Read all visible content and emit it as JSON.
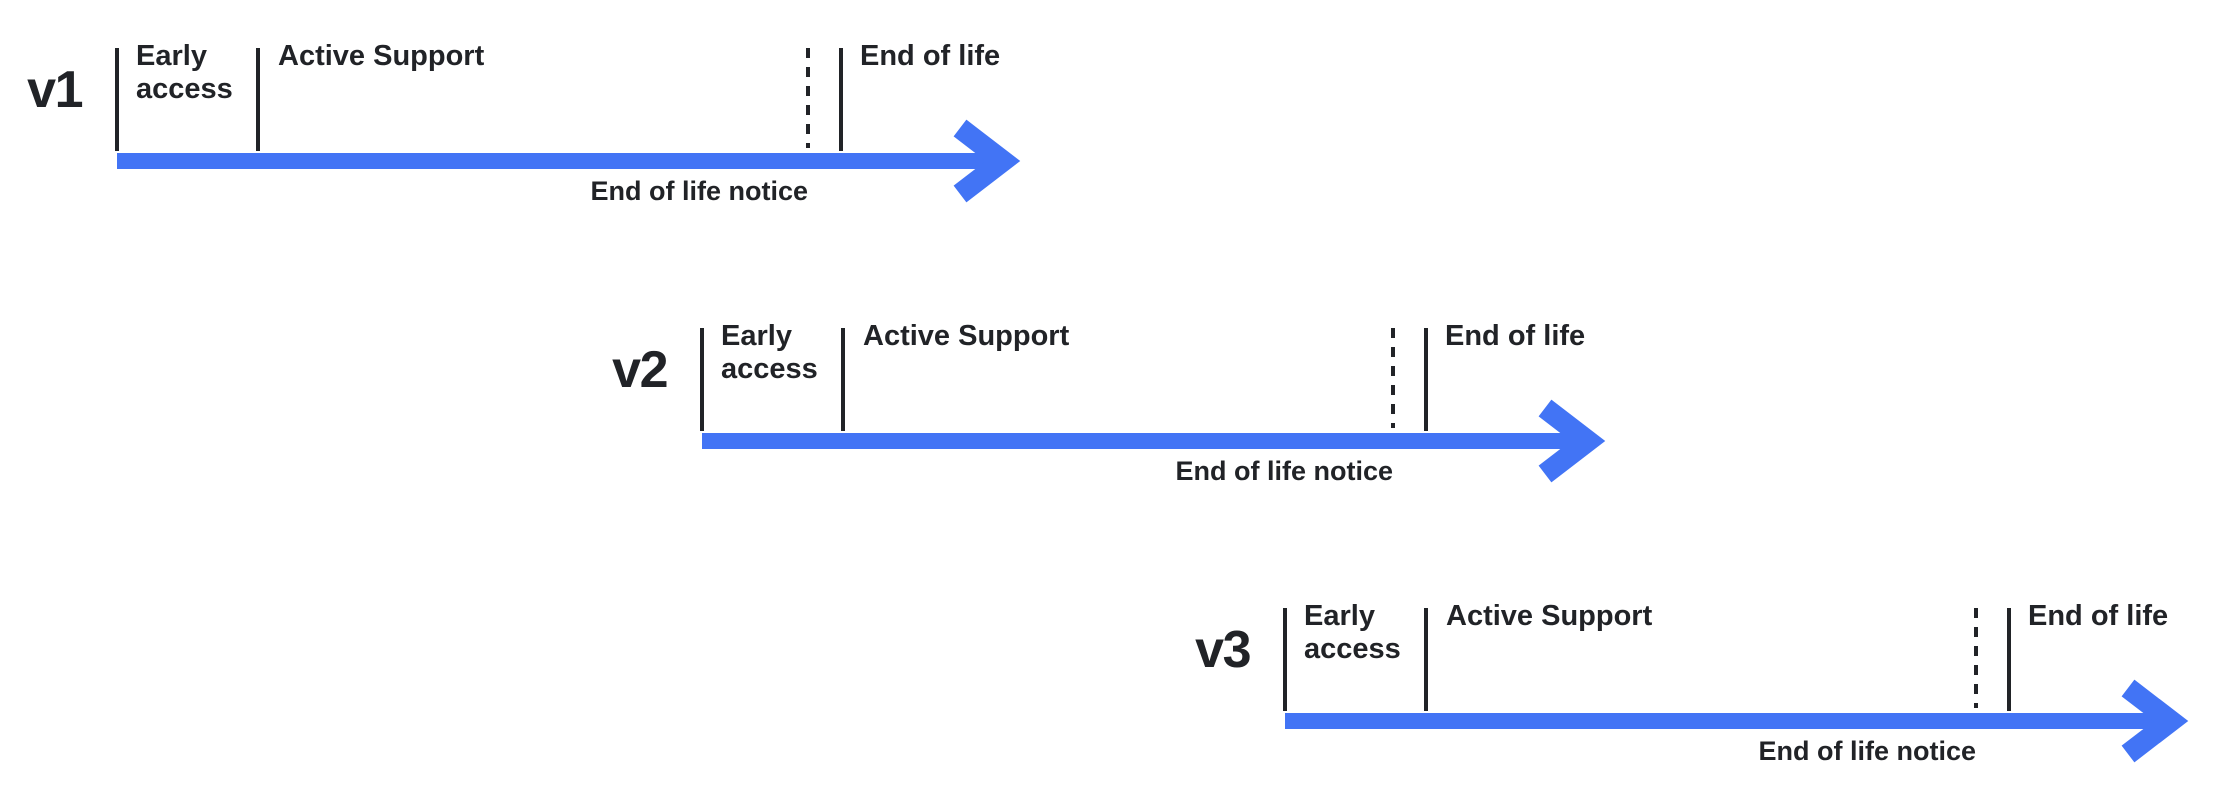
{
  "colors": {
    "arrow": "#4274F5",
    "line": "#212327",
    "background": "#FFFFFF"
  },
  "timelines": [
    {
      "version": "v1",
      "early_access": "Early access",
      "active_support": "Active Support",
      "end_of_life": "End of life",
      "end_of_life_notice": "End of life notice"
    },
    {
      "version": "v2",
      "early_access": "Early access",
      "active_support": "Active Support",
      "end_of_life": "End of life",
      "end_of_life_notice": "End of life notice"
    },
    {
      "version": "v3",
      "early_access": "Early access",
      "active_support": "Active Support",
      "end_of_life": "End of life",
      "end_of_life_notice": "End of life notice"
    }
  ]
}
